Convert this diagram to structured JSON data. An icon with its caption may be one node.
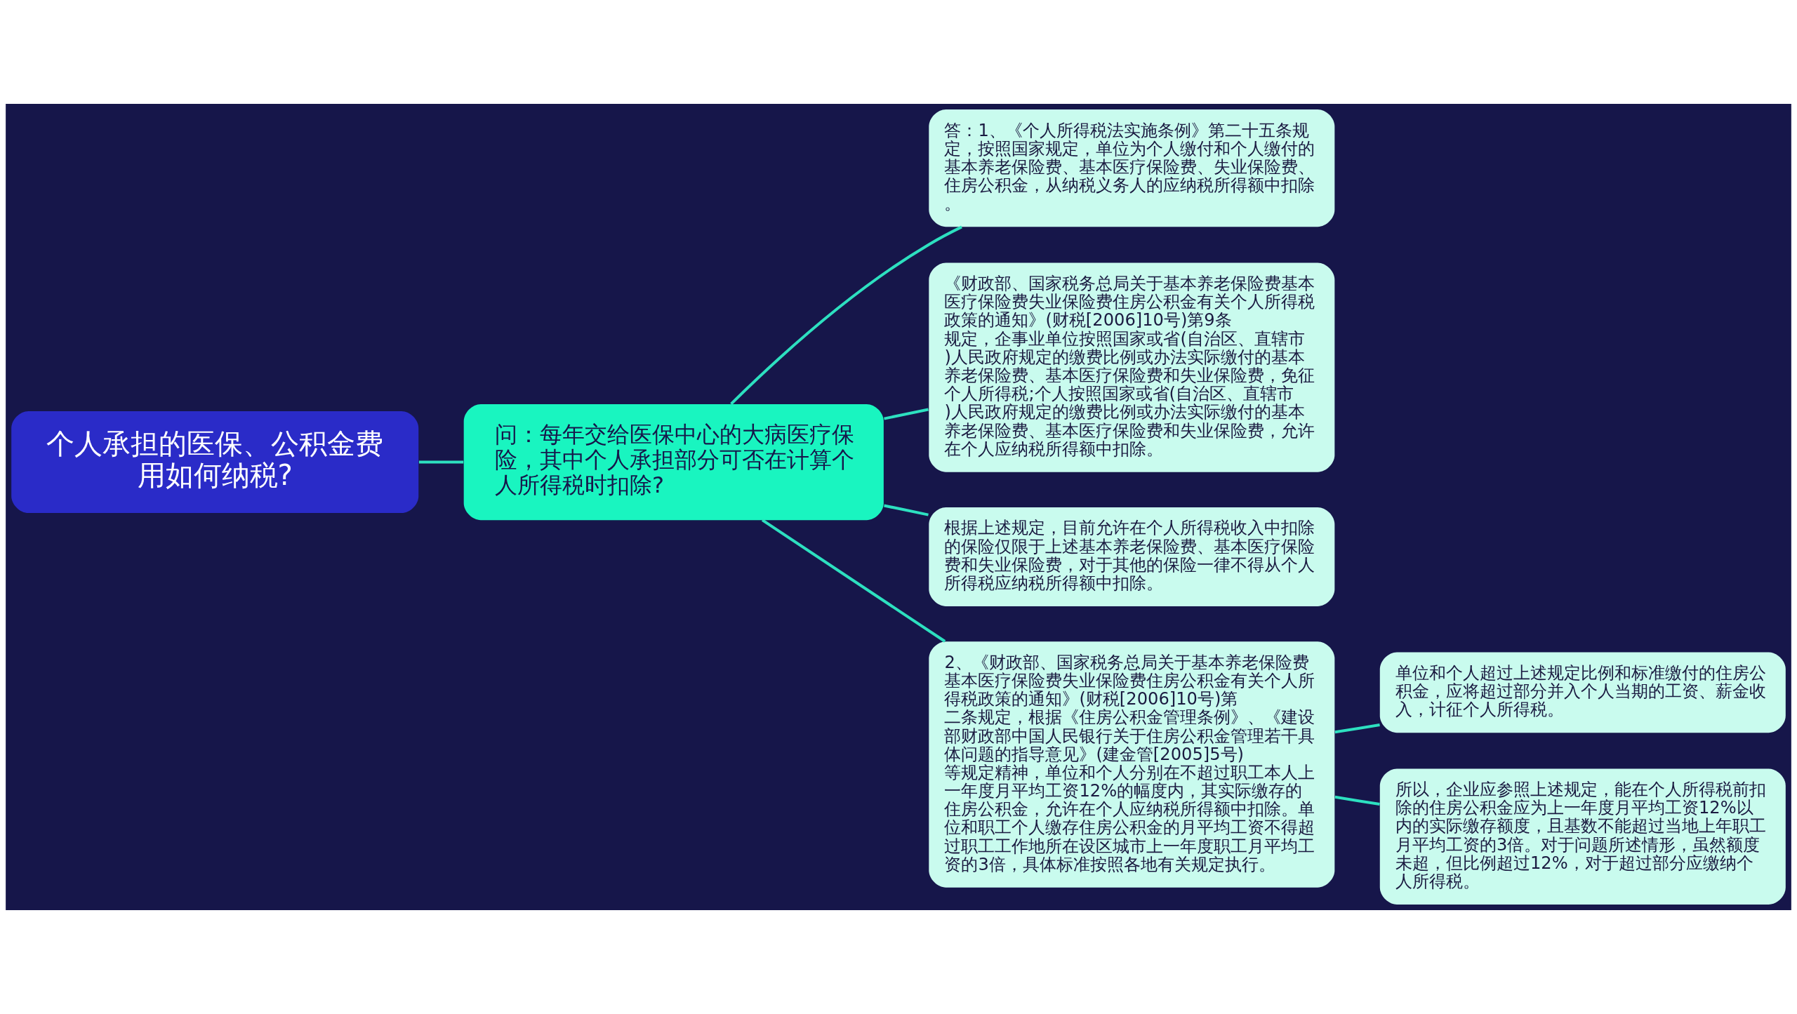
{
  "diagram": {
    "nodes": [
      {
        "text": [
          "个人承担的医保、公积金费用如何纳税?"
        ]
      },
      {
        "text": [
          "问：每年交给医保中心的大病医疗保险，其中个人承担部分可否在计算个人所得税时扣除?"
        ]
      },
      {
        "text": [
          "答：1、《个人所得税法实施条例》第二十五条规定，按照国家规定，单位为个人缴付和个人缴付的基本养老保险费、基本医疗保险费、失业保险费、住房公积金，从纳税义务人的应纳税所得额中扣除。"
        ]
      },
      {
        "text": [
          "《财政部、国家税务总局关于基本养老保险费基本医疗保险费失业保险费住房公积金有关个人所得税政策的通知》(财税[2006]10号)第9条规定，企事业单位按照国家或省(自治区、直辖市)人民政府规定的缴费比例或办法实际缴付的基本养老保险费、基本医疗保险费和失业保险费，免征个人所得税;个人按照国家或省(自治区、直辖市)人民政府规定的缴费比例或办法实际缴付的基本养老保险费、基本医疗保险费和失业保险费，允许在个人应纳税所得额中扣除。"
        ]
      },
      {
        "text": [
          "根据上述规定，目前允许在个人所得税收入中扣除的保险仅限于上述基本养老保险费、基本医疗保险费和失业保险费，对于其他的保险一律不得从个人所得税应纳税所得额中扣除。"
        ]
      },
      {
        "text": [
          "2、《财政部、国家税务总局关于基本养老保险费基本医疗保险费失业保险费住房公积金有关个人所得税政策的通知》(财税[2006]10号)第二条规定，根据《住房公积金管理条例》、《建设部财政部中国人民银行关于住房公积金管理若干具体问题的指导意见》(建金管[2005]5号)等规定精神，单位和个人分别在不超过职工本人上一年度月平均工资12%的幅度内，其实际缴存的住房公积金，允许在个人应纳税所得额中扣除。单位和职工个人缴存住房公积金的月平均工资不得超过职工工作地所在设区城市上一年度职工月平均工资的3倍，具体标准按照各地有关规定执行。"
        ]
      },
      {
        "text": [
          "单位和个人超过上述规定比例和标准缴付的住房公积金，应将超过部分并入个人当期的工资、薪金收入，计征个人所得税。"
        ]
      },
      {
        "text": [
          "所以，企业应参照上述规定，能在个人所得税前扣除的住房公积金应为上一年度月平均工资12%以内的实际缴存额度，且基数不能超过当地上年职工月平均工资的3倍。对于问题所述情形，虽然额度未超，但比例超过12%，对于超过部分应缴纳个人所得税。"
        ]
      }
    ],
    "edges": [
      {
        "from": 0,
        "to": 1,
        "arrow": "none"
      },
      {
        "from": 1,
        "to": 2,
        "arrow": "none"
      },
      {
        "from": 1,
        "to": 3,
        "arrow": "none"
      },
      {
        "from": 1,
        "to": 4,
        "arrow": "none"
      },
      {
        "from": 1,
        "to": 5,
        "arrow": "none"
      },
      {
        "from": 5,
        "to": 6,
        "arrow": "none"
      },
      {
        "from": 5,
        "to": 7,
        "arrow": "none"
      }
    ]
  }
}
